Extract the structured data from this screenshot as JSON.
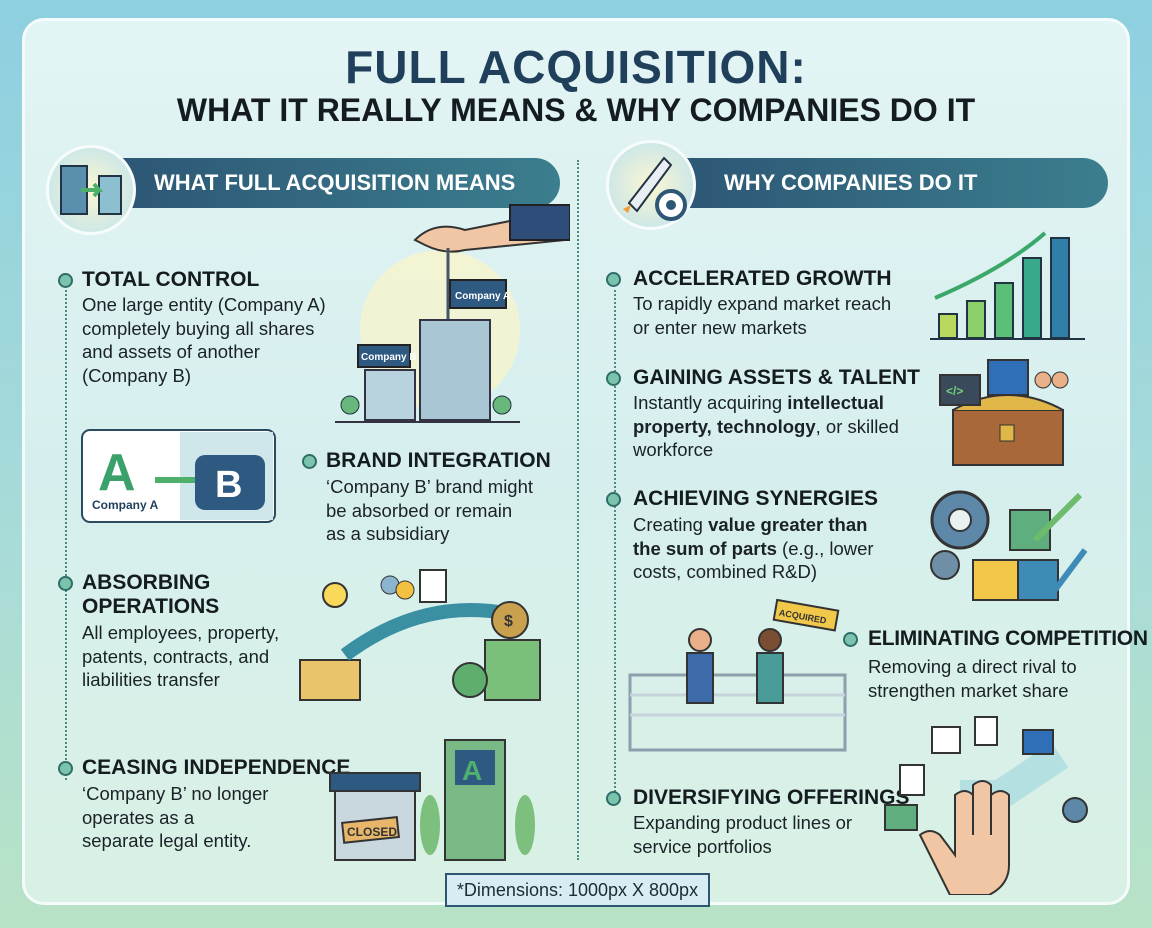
{
  "title": {
    "line1": "FULL ACQUISITION:",
    "line2": "WHAT IT REALLY MEANS & WHY COMPANIES DO IT"
  },
  "colors": {
    "navy": "#1f3f5b",
    "banner_start": "#2d5775",
    "banner_end": "#3b7e8e",
    "dot": "#7cc3ae",
    "green": "#5bb77a",
    "gold": "#f3c142"
  },
  "left": {
    "header": "WHAT FULL ACQUISITION MEANS",
    "header_icon": "merging-buildings-icon",
    "items": [
      {
        "title": "TOTAL CONTROL",
        "lines": [
          "One large entity (Company A)",
          "completely buying all shares",
          "and assets of another",
          "(Company B)"
        ]
      },
      {
        "title": "BRAND INTEGRATION",
        "lines": [
          "‘Company B’ brand might",
          "be absorbed or remain",
          "as a subsidiary"
        ]
      },
      {
        "title_lines": [
          "ABSORBING",
          "OPERATIONS"
        ],
        "lines": [
          "All employees, property,",
          "patents, contracts, and",
          "liabilities transfer"
        ]
      },
      {
        "title": "CEASING INDEPENDENCE",
        "lines": [
          "‘Company B’ no longer",
          "operates as a",
          "separate legal entity."
        ]
      }
    ],
    "illustrations": {
      "flag": "Company A",
      "sign": "Company B",
      "logo_a": "A",
      "logo_caption": "Company A",
      "logo_b": "B",
      "closed": "CLOSED",
      "money": "$"
    }
  },
  "right": {
    "header": "WHY COMPANIES DO IT",
    "header_icon": "rocket-target-icon",
    "items": [
      {
        "title": "ACCELERATED GROWTH",
        "lines": [
          [
            {
              "t": "To rapidly expand market reach"
            }
          ],
          [
            {
              "t": "or enter new markets"
            }
          ]
        ]
      },
      {
        "title": "GAINING ASSETS & TALENT",
        "lines": [
          [
            {
              "t": "Instantly acquiring "
            },
            {
              "t": "intellectual",
              "b": true
            }
          ],
          [
            {
              "t": "property, technology",
              "b": true
            },
            {
              "t": ", or skilled"
            }
          ],
          [
            {
              "t": "workforce"
            }
          ]
        ]
      },
      {
        "title": "ACHIEVING SYNERGIES",
        "lines": [
          [
            {
              "t": "Creating "
            },
            {
              "t": "value greater than",
              "b": true
            }
          ],
          [
            {
              "t": "the sum of parts",
              "b": true
            },
            {
              "t": " (e.g., lower"
            }
          ],
          [
            {
              "t": "costs, combined R&D)"
            }
          ]
        ]
      },
      {
        "title": "ELIMINATING COMPETITION",
        "lines": [
          [
            {
              "t": "Removing a direct rival to"
            }
          ],
          [
            {
              "t": "strengthen market share"
            }
          ]
        ]
      },
      {
        "title": "DIVERSIFYING OFFERINGS",
        "lines": [
          [
            {
              "t": "Expanding product lines or"
            }
          ],
          [
            {
              "t": "service portfolios"
            }
          ]
        ]
      }
    ],
    "illustrations": {
      "code": "</>",
      "acquired": "ACQUIRED"
    }
  },
  "footer": "*Dimensions: 1000px X 800px"
}
